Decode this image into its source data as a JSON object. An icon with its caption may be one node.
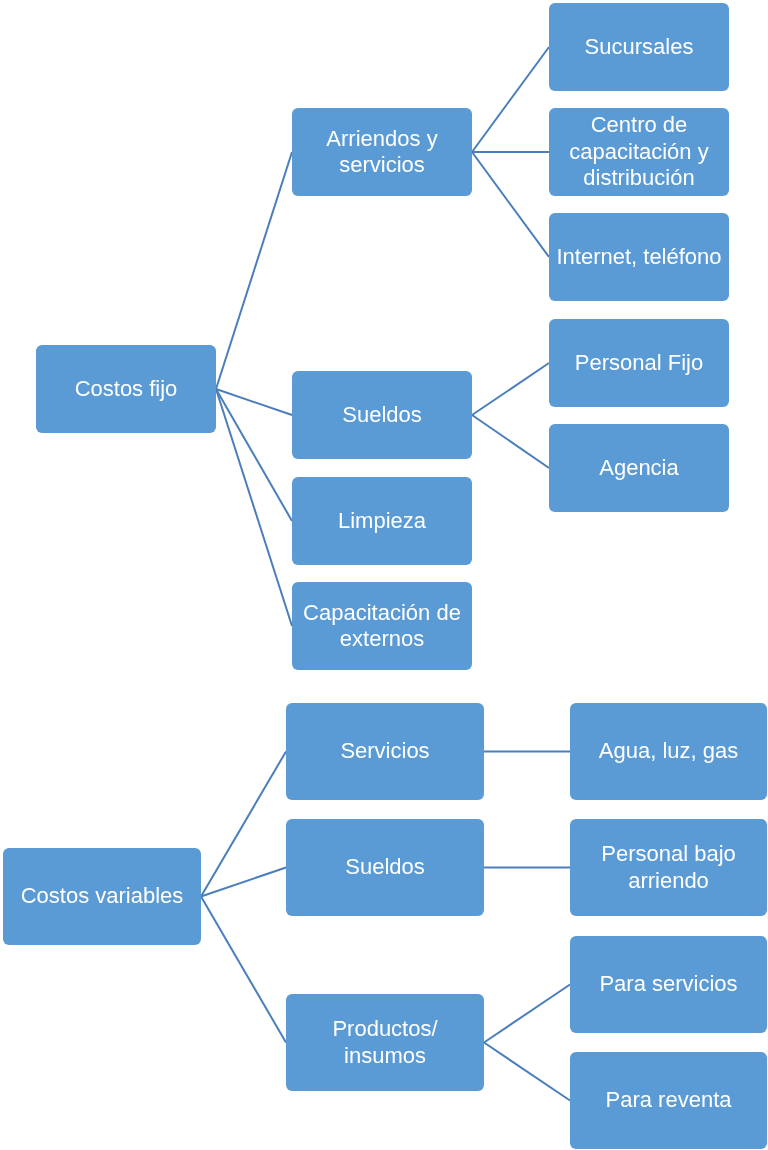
{
  "diagram": {
    "nodes": [
      {
        "text": [
          "Costos fijo"
        ]
      },
      {
        "text": [
          "Arriendos y servicios"
        ]
      },
      {
        "text": [
          "Sucursales"
        ]
      },
      {
        "text": [
          "Centro de capacitación y distribución"
        ]
      },
      {
        "text": [
          "Internet, teléfono"
        ]
      },
      {
        "text": [
          "Sueldos"
        ]
      },
      {
        "text": [
          "Personal Fijo"
        ]
      },
      {
        "text": [
          "Agencia"
        ]
      },
      {
        "text": [
          "Limpieza"
        ]
      },
      {
        "text": [
          "Capacitación de externos"
        ]
      },
      {
        "text": [
          "Costos variables"
        ]
      },
      {
        "text": [
          "Servicios"
        ]
      },
      {
        "text": [
          "Agua, luz, gas"
        ]
      },
      {
        "text": [
          "Sueldos"
        ]
      },
      {
        "text": [
          "Personal bajo arriendo"
        ]
      },
      {
        "text": [
          "Productos/ insumos"
        ]
      },
      {
        "text": [
          "Para servicios"
        ]
      },
      {
        "text": [
          "Para reventa"
        ]
      }
    ],
    "edges": [
      {
        "from": 0,
        "to": 1,
        "arrow": "none"
      },
      {
        "from": 1,
        "to": 2,
        "arrow": "none"
      },
      {
        "from": 1,
        "to": 3,
        "arrow": "none"
      },
      {
        "from": 1,
        "to": 4,
        "arrow": "none"
      },
      {
        "from": 0,
        "to": 5,
        "arrow": "none"
      },
      {
        "from": 5,
        "to": 6,
        "arrow": "none"
      },
      {
        "from": 5,
        "to": 7,
        "arrow": "none"
      },
      {
        "from": 0,
        "to": 8,
        "arrow": "none"
      },
      {
        "from": 0,
        "to": 9,
        "arrow": "none"
      },
      {
        "from": 10,
        "to": 11,
        "arrow": "none"
      },
      {
        "from": 11,
        "to": 12,
        "arrow": "none"
      },
      {
        "from": 10,
        "to": 13,
        "arrow": "none"
      },
      {
        "from": 13,
        "to": 14,
        "arrow": "none"
      },
      {
        "from": 10,
        "to": 15,
        "arrow": "none"
      },
      {
        "from": 15,
        "to": 16,
        "arrow": "none"
      },
      {
        "from": 15,
        "to": 17,
        "arrow": "none"
      }
    ]
  }
}
